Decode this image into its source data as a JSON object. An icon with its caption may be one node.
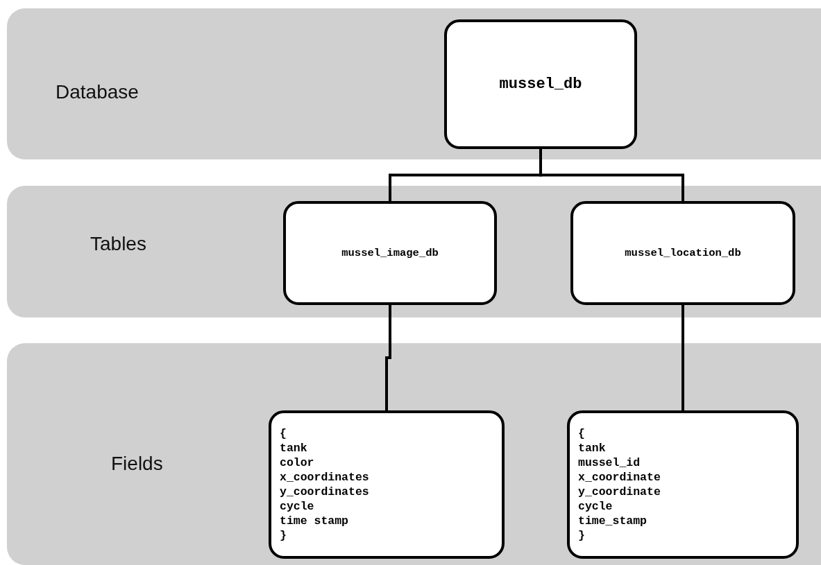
{
  "diagram": {
    "nodes": [
      {
        "text": [
          "Database"
        ]
      },
      {
        "text": [
          "mussel_db"
        ],
        "in": 0
      },
      {
        "text": [
          "Tables"
        ]
      },
      {
        "text": [
          "mussel_image_db"
        ],
        "in": 2
      },
      {
        "text": [
          "mussel_location_db"
        ],
        "in": 2
      },
      {
        "text": [
          "Fields"
        ]
      },
      {
        "text": [
          "{",
          "tank",
          "color",
          "x_coordinates",
          "y_coordinates",
          "cycle",
          "time stamp",
          "}"
        ],
        "in": 5
      },
      {
        "text": [
          "{",
          "tank",
          "mussel_id",
          "x_coordinate",
          "y_coordinate",
          "cycle",
          "time_stamp",
          "}"
        ],
        "in": 5
      }
    ],
    "edges": [
      {
        "from": 1,
        "to": 3,
        "arrow": "none"
      },
      {
        "from": 1,
        "to": 4,
        "arrow": "none"
      },
      {
        "from": 3,
        "to": 6,
        "arrow": "none"
      },
      {
        "from": 4,
        "to": 7,
        "arrow": "none"
      }
    ]
  }
}
